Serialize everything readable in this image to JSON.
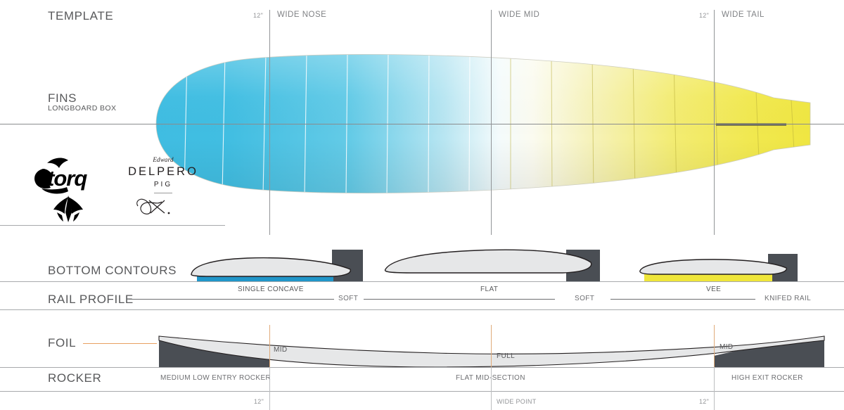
{
  "sections": {
    "template": {
      "label": "TEMPLATE"
    },
    "fins": {
      "label": "FINS",
      "sublabel": "LONGBOARD BOX"
    },
    "bottom_contours": {
      "label": "BOTTOM  CONTOURS"
    },
    "rail_profile": {
      "label": "RAIL PROFILE"
    },
    "foil": {
      "label": "FOIL"
    },
    "rocker": {
      "label": "ROCKER"
    }
  },
  "top_markers": [
    {
      "tick": "12\"",
      "label": "WIDE NOSE"
    },
    {
      "tick": "",
      "label": "WIDE MID"
    },
    {
      "tick": "12\"",
      "label": "WIDE TAIL"
    }
  ],
  "bottom_markers": [
    {
      "tick": "12\"",
      "label": ""
    },
    {
      "tick": "",
      "label": "WIDE POINT"
    },
    {
      "tick": "12\"",
      "label": ""
    }
  ],
  "brand": {
    "logo_text": "torq",
    "model_script": "Edward",
    "model_name": "DELPERO",
    "model_sub": "PIG"
  },
  "bottom_contour_labels": [
    "SINGLE CONCAVE",
    "FLAT",
    "VEE"
  ],
  "rail_profile_labels": [
    "SOFT",
    "SOFT",
    "KNIFED RAIL"
  ],
  "foil_labels": [
    "MID",
    "FULL",
    "MID"
  ],
  "rocker_labels": [
    "MEDIUM LOW ENTRY ROCKER",
    "FLAT MID-SECTION",
    "HIGH EXIT ROCKER"
  ],
  "colors": {
    "nose_blue": "#35b4dd",
    "tail_yellow": "#f0e849",
    "contour_blue": "#2196c9",
    "contour_yellow": "#efe63a",
    "dark_gray": "#4a4e54",
    "body_gray": "#e3e4e5",
    "rule_gray": "#a7a9ac",
    "accent_orange": "#e8a062",
    "text_gray": "#58595b"
  },
  "chart_data": {
    "type": "table",
    "title": "Torq Edward Delpero PIG surfboard specification",
    "rows": [
      {
        "name": "TEMPLATE",
        "values": [
          "WIDE NOSE",
          "WIDE MID",
          "WIDE TAIL"
        ]
      },
      {
        "name": "FINS",
        "values": [
          "LONGBOARD BOX"
        ]
      },
      {
        "name": "BOTTOM CONTOURS",
        "values": [
          "SINGLE CONCAVE",
          "FLAT",
          "VEE"
        ]
      },
      {
        "name": "RAIL PROFILE",
        "values": [
          "SOFT",
          "SOFT",
          "KNIFED RAIL"
        ]
      },
      {
        "name": "FOIL",
        "values": [
          "MID",
          "FULL",
          "MID"
        ]
      },
      {
        "name": "ROCKER",
        "values": [
          "MEDIUM LOW ENTRY ROCKER",
          "FLAT MID-SECTION",
          "HIGH EXIT ROCKER"
        ]
      }
    ]
  }
}
